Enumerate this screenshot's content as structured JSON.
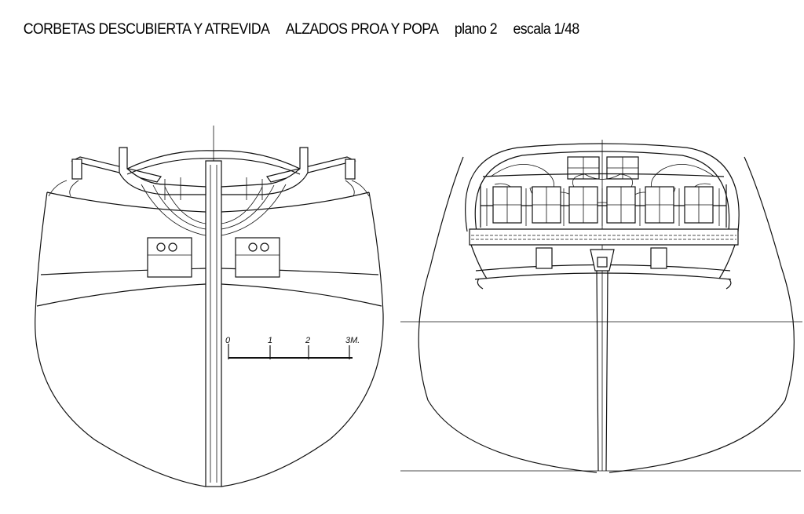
{
  "title": {
    "ships": "CORBETAS DESCUBIERTA Y ATREVIDA",
    "views": "ALZADOS PROA Y POPA",
    "plan": "plano 2",
    "scale": "escala 1/48"
  },
  "scale_bar": {
    "ticks": [
      "0",
      "1",
      "2",
      "3M."
    ]
  },
  "drawings": {
    "left": "bow-elevation",
    "right": "stern-elevation"
  }
}
